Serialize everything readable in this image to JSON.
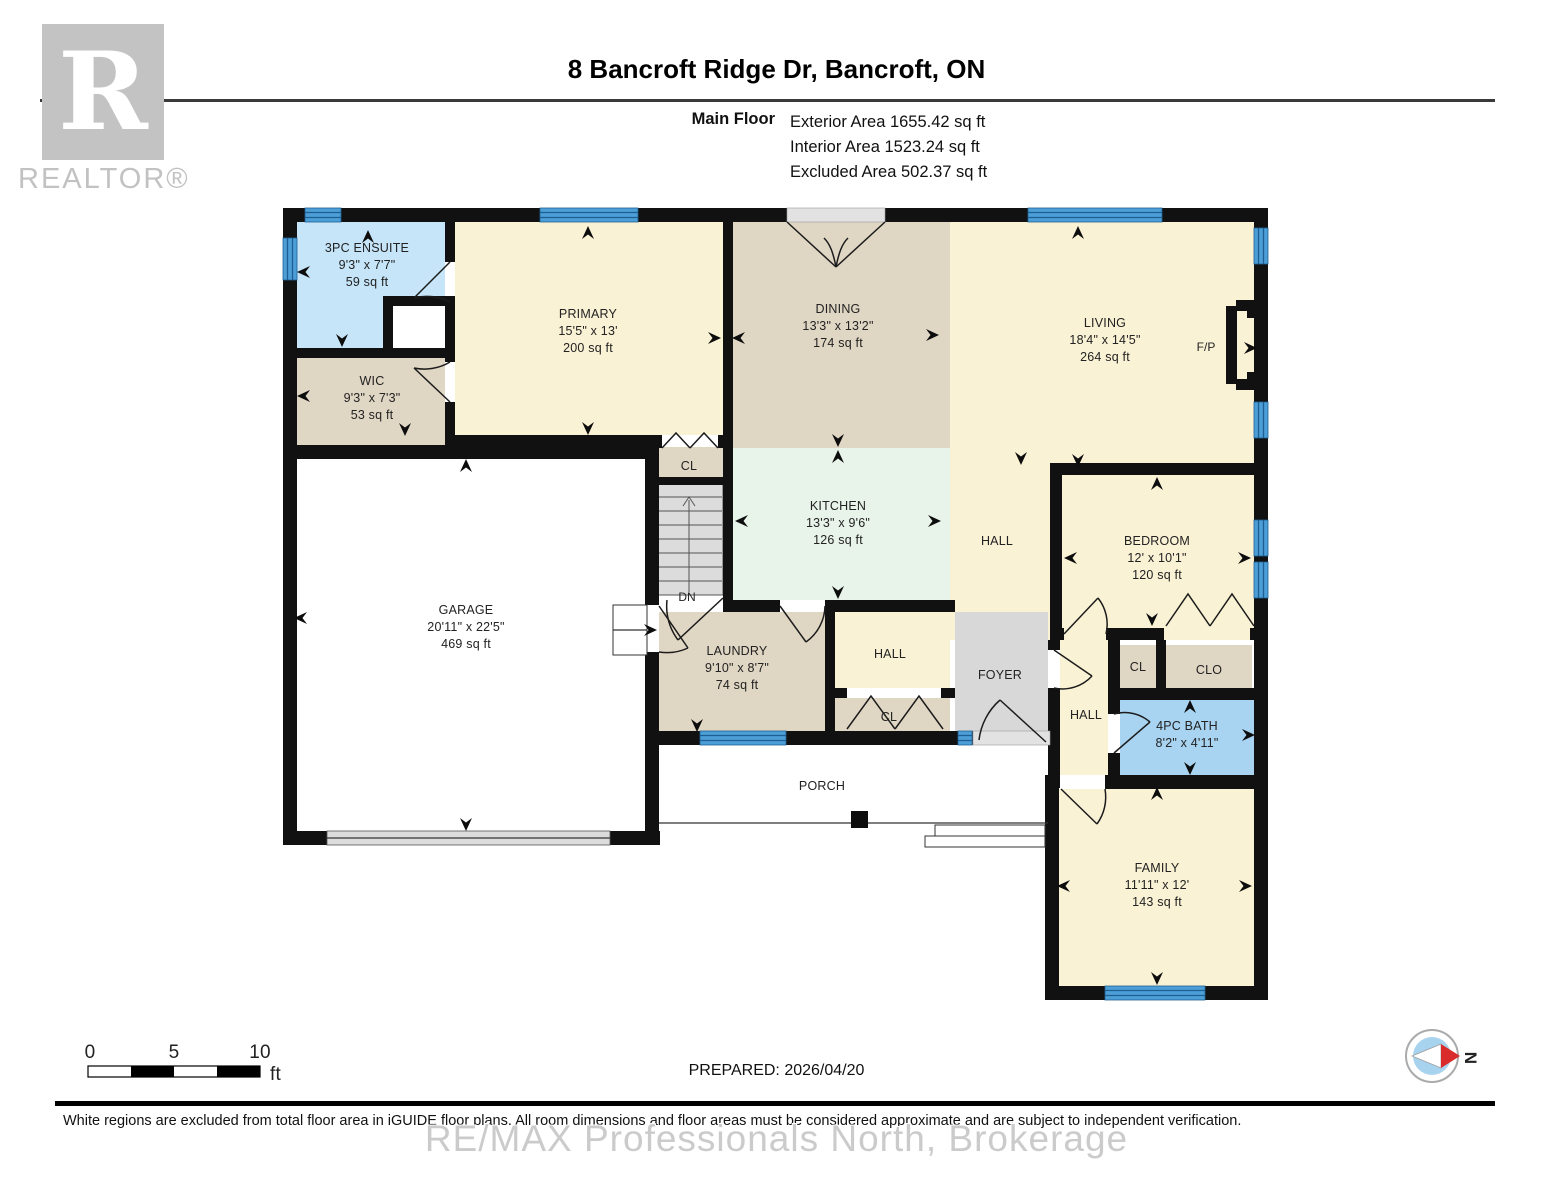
{
  "header": {
    "title": "8 Bancroft Ridge Dr, Bancroft, ON",
    "floor_label": "Main Floor",
    "stats": [
      "Exterior Area 1655.42 sq ft",
      "Interior Area 1523.24 sq ft",
      "Excluded Area 502.37 sq ft"
    ],
    "realtor_logo_letter": "R",
    "realtor_logo_text": "REALTOR®"
  },
  "plan": {
    "rooms": [
      {
        "name": "3PC ENSUITE",
        "dims": "9'3\" x 7'7\"",
        "area": "59 sq ft"
      },
      {
        "name": "WIC",
        "dims": "9'3\" x 7'3\"",
        "area": "53 sq ft"
      },
      {
        "name": "PRIMARY",
        "dims": "15'5\" x 13'",
        "area": "200 sq ft"
      },
      {
        "name": "DINING",
        "dims": "13'3\" x 13'2\"",
        "area": "174 sq ft"
      },
      {
        "name": "LIVING",
        "dims": "18'4\" x 14'5\"",
        "area": "264 sq ft"
      },
      {
        "name": "KITCHEN",
        "dims": "13'3\" x 9'6\"",
        "area": "126 sq ft"
      },
      {
        "name": "BEDROOM",
        "dims": "12' x 10'1\"",
        "area": "120 sq ft"
      },
      {
        "name": "GARAGE",
        "dims": "20'11\" x 22'5\"",
        "area": "469 sq ft"
      },
      {
        "name": "LAUNDRY",
        "dims": "9'10\" x 8'7\"",
        "area": "74 sq ft"
      },
      {
        "name": "4PC BATH",
        "dims": "8'2\" x 4'11\"",
        "area": ""
      },
      {
        "name": "FAMILY",
        "dims": "11'11\" x 12'",
        "area": "143 sq ft"
      }
    ],
    "labels": {
      "hall_upper": "HALL",
      "hall_lower": "HALL",
      "hall_right": "HALL",
      "foyer": "FOYER",
      "porch": "PORCH",
      "cl_upper": "CL",
      "cl_lower": "CL",
      "cl_right": "CL",
      "clo": "CLO",
      "dn": "DN",
      "fireplace": "F/P"
    },
    "compass_north": "N"
  },
  "palette": {
    "wall": "#111111",
    "cream": "#FAF2D5",
    "tan": "#E0D6C4",
    "mint": "#E8F3E9",
    "blue_light": "#C6E5F8",
    "blue_bath": "#A9D4F1",
    "gray": "#D8D8D8",
    "window": "#4C9ED7",
    "window_line": "#1E5F93",
    "door_recess": "#E2E2E2"
  },
  "scalebar": {
    "ticks": [
      "0",
      "5",
      "10"
    ],
    "unit": "ft"
  },
  "footer": {
    "prepared": "PREPARED: 2026/04/20",
    "disclaimer": "White regions are excluded from total floor area in iGUIDE floor plans. All room dimensions and floor areas must be considered approximate and are subject to independent verification.",
    "watermark": "RE/MAX Professionals North, Brokerage"
  }
}
